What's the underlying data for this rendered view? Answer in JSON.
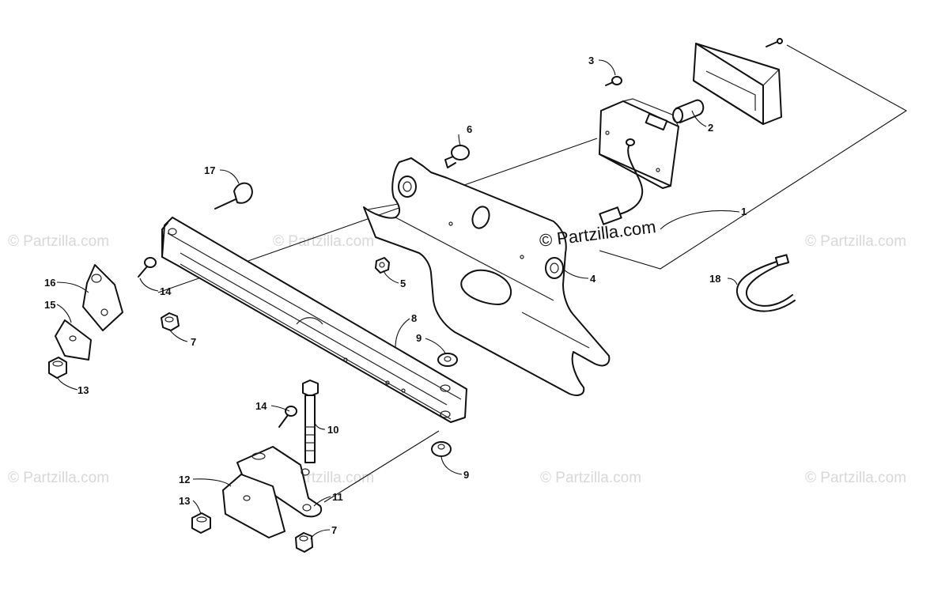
{
  "watermark": {
    "text": "© Partzilla.com"
  },
  "brand": {
    "text": "© Partzilla.com"
  },
  "callouts": {
    "c1": "1",
    "c2": "2",
    "c3": "3",
    "c4": "4",
    "c5": "5",
    "c6": "6",
    "c7a": "7",
    "c7b": "7",
    "c8": "8",
    "c9a": "9",
    "c9b": "9",
    "c10": "10",
    "c11": "11",
    "c12": "12",
    "c13a": "13",
    "c13b": "13",
    "c14a": "14",
    "c14b": "14",
    "c15": "15",
    "c16": "16",
    "c17": "17",
    "c18": "18"
  }
}
